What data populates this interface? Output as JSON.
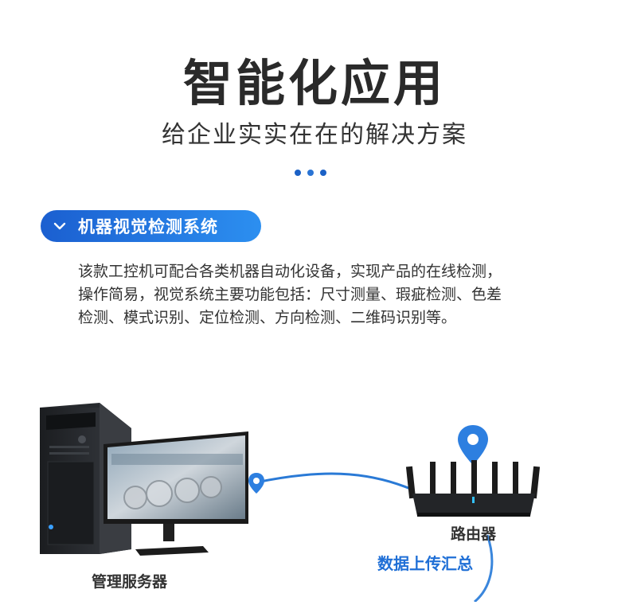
{
  "header": {
    "title": "智能化应用",
    "subtitle": "给企业实实在在的解决方案"
  },
  "section": {
    "pill_label": "机器视觉检测系统",
    "description_lines": [
      "该款工控机可配合各类机器自动化设备，实现产品的在线检测，",
      "操作简易，视觉系统主要功能包括：尺寸测量、瑕疵检测、色差",
      "检测、模式识别、定位检测、方向检测、二维码识别等。"
    ]
  },
  "diagram": {
    "server_label": "管理服务器",
    "router_label": "路由器",
    "upload_label": "数据上传汇总"
  },
  "colors": {
    "accent": "#1b61c6",
    "pill_start": "#1b5fd0",
    "pill_end": "#2c8ff0",
    "link_blue": "#1f6fd6"
  },
  "icons": {
    "pill_icon": "chevron-down-icon",
    "pin_icon": "location-pin-icon"
  }
}
